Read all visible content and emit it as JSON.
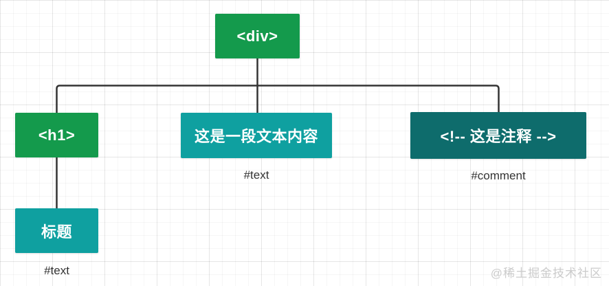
{
  "diagram": {
    "nodes": {
      "div": {
        "label": "<div>"
      },
      "h1": {
        "label": "<h1>"
      },
      "text": {
        "label": "这是一段文本内容",
        "annotation": "#text"
      },
      "comment": {
        "label": "<!-- 这是注释 -->",
        "annotation": "#comment"
      },
      "title": {
        "label": "标题",
        "annotation": "#text"
      }
    },
    "colors": {
      "element_green": "#149a4c",
      "text_teal": "#0fa0a0",
      "comment_teal": "#0e6c6c",
      "connector": "#333333",
      "annotation_text": "#333333",
      "grid_line": "#eeeeee"
    }
  },
  "watermark": {
    "label": "@稀土掘金技术社区"
  }
}
